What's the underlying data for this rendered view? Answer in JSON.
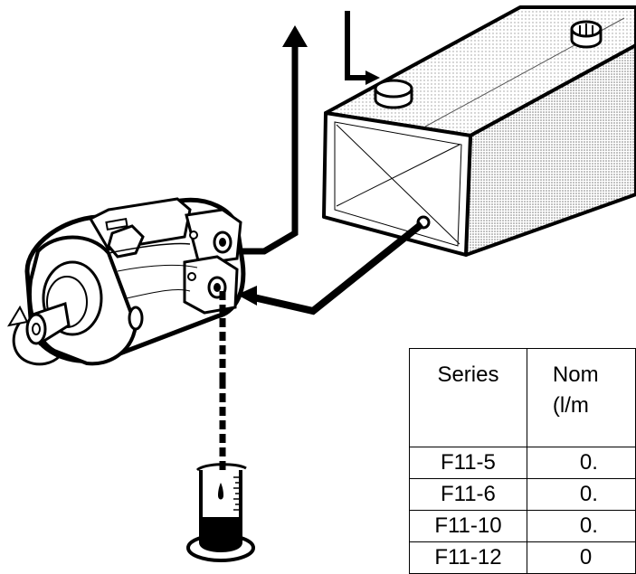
{
  "table": {
    "headers": [
      "Series",
      "Nom",
      "(l/m"
    ],
    "rows": [
      {
        "series": "F11-5",
        "value": "0."
      },
      {
        "series": "F11-6",
        "value": "0."
      },
      {
        "series": "F11-10",
        "value": "0."
      },
      {
        "series": "F11-12",
        "value": "0"
      }
    ]
  },
  "colors": {
    "ink": "#000000",
    "paper": "#ffffff",
    "tank_fill": "#e8e8e8"
  }
}
